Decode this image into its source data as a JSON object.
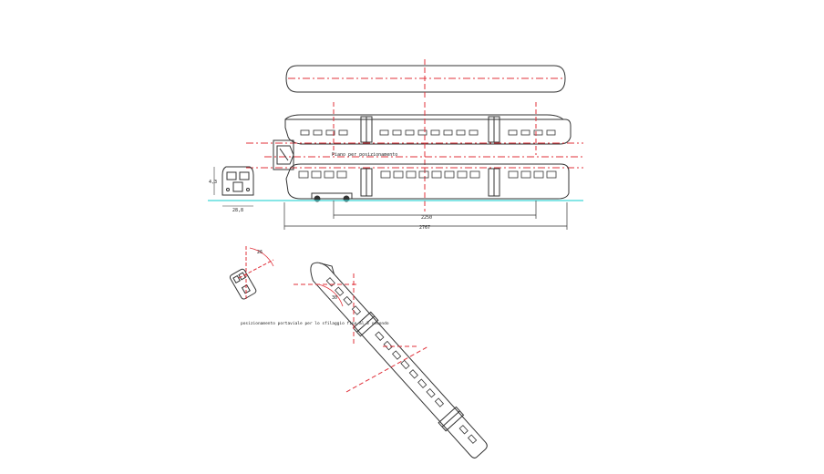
{
  "drawing": {
    "background": "#ffffff",
    "colors": {
      "line": "#333333",
      "axis": "#e0303a",
      "ground": "#3fd6d6"
    },
    "labels": {
      "front_height": "4,3",
      "front_width": "28,8",
      "overall_length": "2767",
      "bogie_spacing": "2250",
      "top_note": "Piano per posizionamento",
      "angle_small": "26",
      "angle_large": "30",
      "rotation_note": "posizionamento portaviale per lo sfilaggio fino al 3 secondo"
    }
  }
}
